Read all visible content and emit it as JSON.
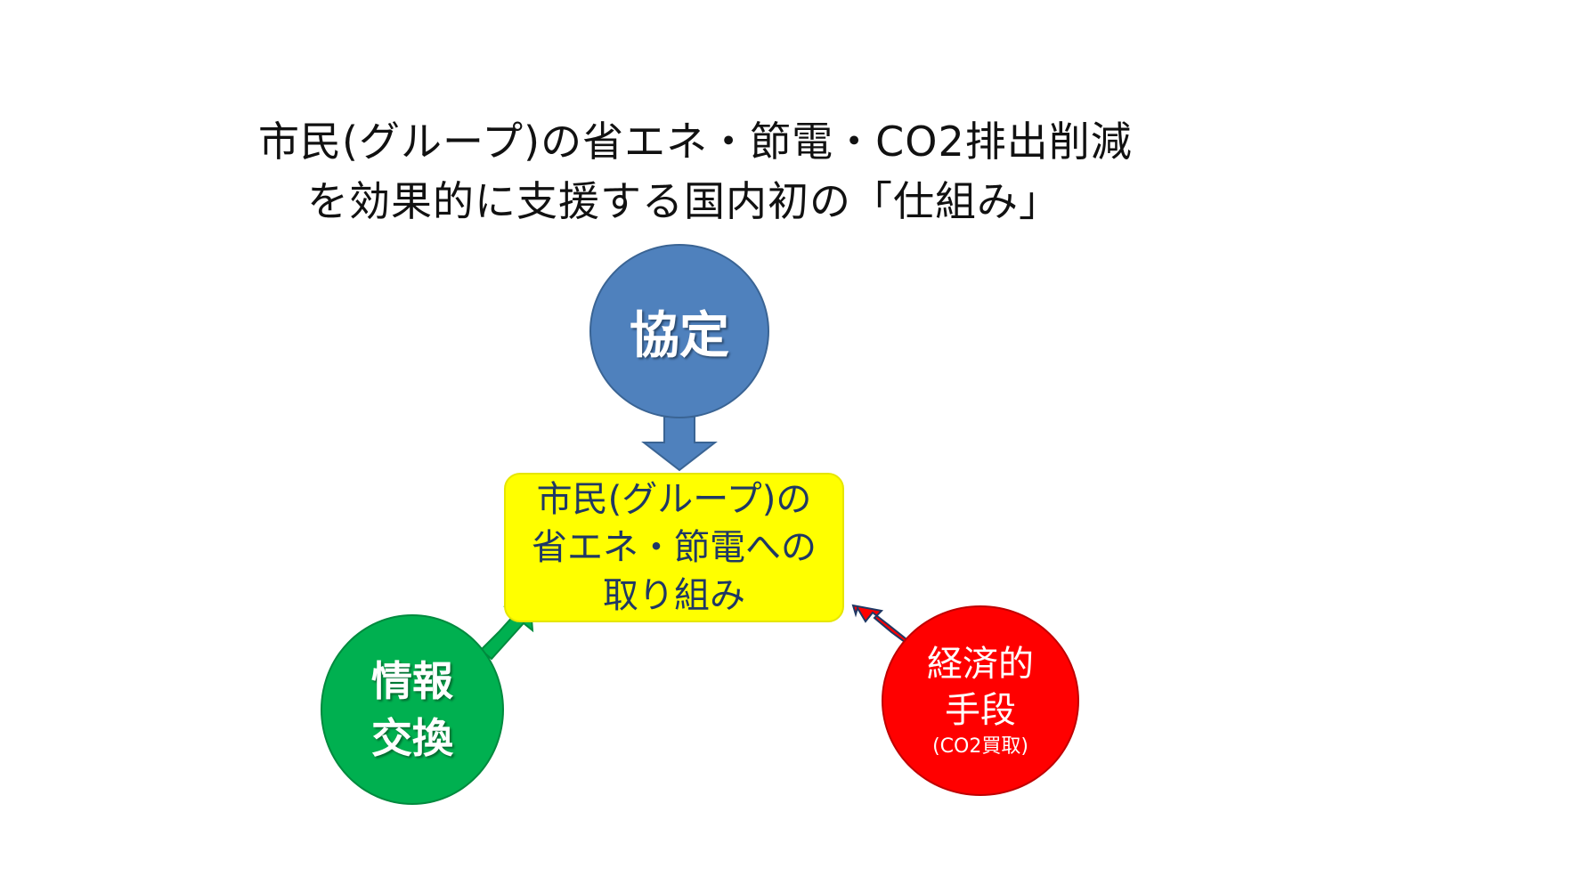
{
  "title": {
    "line1": "市民(グループ)の省エネ・節電・CO2排出削減",
    "line2": "を効果的に支援する国内初の「仕組み」"
  },
  "nodes": {
    "kyotei": {
      "label": "協定",
      "color": "#4f81bd"
    },
    "joho": {
      "line1": "情報",
      "line2": "交換",
      "color": "#00b050"
    },
    "keizai": {
      "line1": "経済的",
      "line2": "手段",
      "sub": "(CO2買取)",
      "color": "#ff0000"
    }
  },
  "center": {
    "line1": "市民(グループ)の",
    "line2": "省エネ・節電への",
    "line3": "取り組み",
    "color": "#ffff00"
  },
  "arrows": {
    "kyotei_color": "#4f81bd",
    "joho_color": "#00b050",
    "keizai_color": "#c00000"
  }
}
